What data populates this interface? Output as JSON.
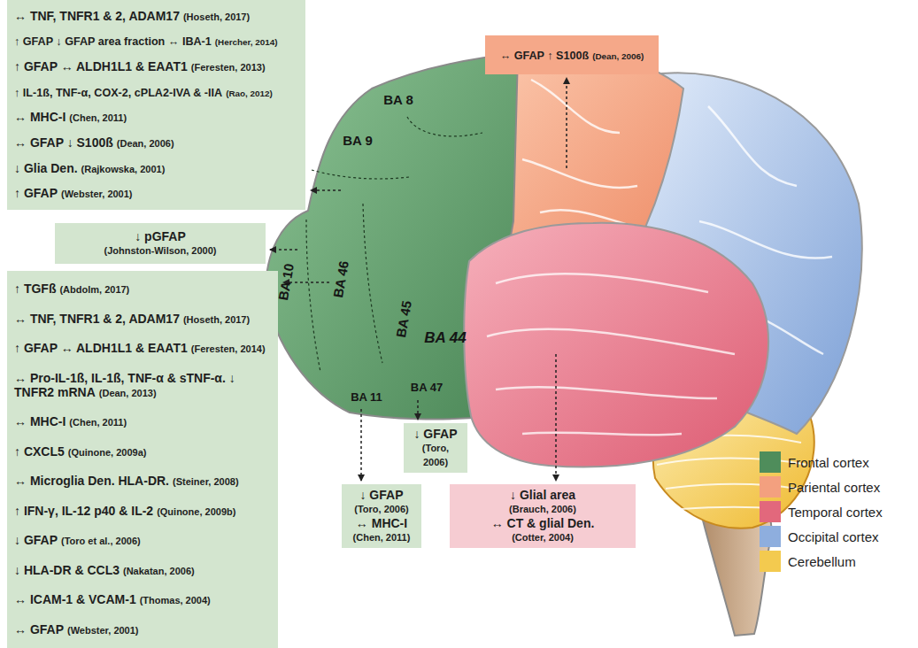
{
  "diagram": {
    "nodes": [
      {
        "text": [
          "↔ TNF, TNFR1 & 2, ADAM17",
          "(Hoseth, 2017)",
          "↑ GFAP ↓ GFAP area fraction ↔ IBA-1",
          "(Hercher, 2014)",
          "↑ GFAP ↔ ALDH1L1 & EAAT1",
          "(Feresten, 2013)",
          "↑ IL-1ß, TNF-α, COX-2, cPLA2-IVA & -IIA",
          "(Rao, 2012)",
          "↔ MHC-I",
          "(Chen, 2011)",
          "↔ GFAP ↓ S100ß",
          "(Dean, 2006)",
          "↓ Glia Den.",
          "(Rajkowska, 2001)",
          "↑ GFAP",
          "(Webster, 2001)"
        ]
      },
      {
        "text": [
          "↓ pGFAP",
          "(Johnston-Wilson, 2000)"
        ]
      },
      {
        "text": [
          "↑ TGFß",
          "(Abdolm, 2017)",
          "↔ TNF, TNFR1 & 2, ADAM17",
          "(Hoseth, 2017)",
          "↑ GFAP ↔ ALDH1L1 & EAAT1",
          "(Feresten, 2014)",
          "↔ Pro-IL-1ß, IL-1ß, TNF-α & sTNF-α. ↓ TNFR2 mRNA",
          "(Dean, 2013)",
          "↔ MHC-I",
          "(Chen, 2011)",
          "↑ CXCL5",
          "(Quinone, 2009a)",
          "↔ Microglia Den. HLA-DR.",
          "(Steiner, 2008)",
          "↑ IFN-γ, IL-12 p40 & IL-2",
          "(Quinone, 2009b)",
          "↓ GFAP",
          "(Toro et al., 2006)",
          "↓ HLA-DR & CCL3",
          "(Nakatan, 2006)",
          "↔ ICAM-1 & VCAM-1",
          "(Thomas, 2004)",
          "↔ GFAP",
          "(Webster, 2001)"
        ]
      },
      {
        "text": [
          "↔ GFAP ↑ S100ß",
          "(Dean, 2006)"
        ]
      },
      {
        "text": [
          "↓ GFAP",
          "(Toro, 2006)"
        ]
      },
      {
        "text": [
          "↓ GFAP",
          "(Toro, 2006)",
          "↔ MHC-I",
          "(Chen, 2011)"
        ]
      },
      {
        "text": [
          "↓ Glial area",
          "(Brauch, 2006)",
          "↔ CT & glial Den.",
          "(Cotter, 2004)"
        ]
      }
    ],
    "labels": [
      "BA 8",
      "BA 9",
      "BA 10",
      "BA 46",
      "BA 45",
      "BA 44",
      "BA 47",
      "BA 11"
    ],
    "legend": [
      {
        "text": "Frontal cortex",
        "color": "#4f8d5b"
      },
      {
        "text": "Pariental cortex",
        "color": "#f3a07f"
      },
      {
        "text": "Temporal cortex",
        "color": "#e2687c"
      },
      {
        "text": "Occipital cortex",
        "color": "#8eaede"
      },
      {
        "text": "Cerebellum",
        "color": "#f3ca4f"
      }
    ]
  }
}
